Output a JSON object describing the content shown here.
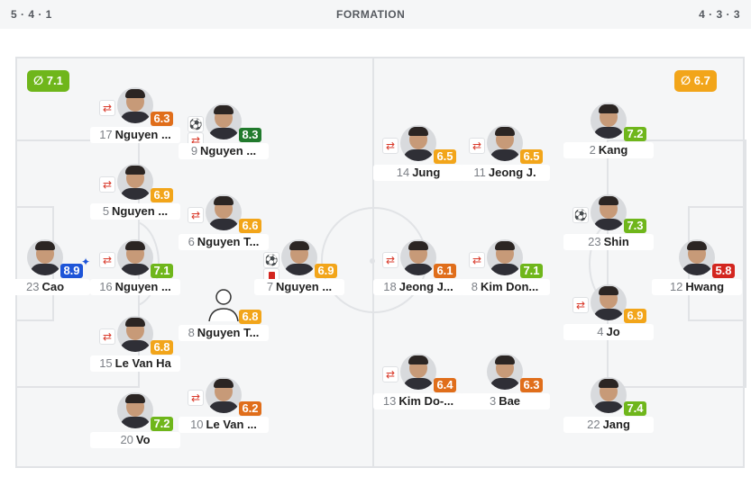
{
  "header": {
    "home_formation": "5 · 4 · 1",
    "title": "FORMATION",
    "away_formation": "4 · 3 · 3"
  },
  "home_avg": {
    "label": "∅ 7.1",
    "color": "#6fb61b"
  },
  "away_avg": {
    "label": "∅ 6.7",
    "color": "#f2a51a"
  },
  "players": [
    {
      "num": "17",
      "name": "Nguyen ...",
      "rating": "6.3",
      "color": "#e06e1b",
      "icons": [
        "sub"
      ]
    },
    {
      "num": "9",
      "name": "Nguyen ...",
      "rating": "8.3",
      "color": "#217a2d",
      "icons": [
        "ball",
        "sub"
      ]
    },
    {
      "num": "5",
      "name": "Nguyen ...",
      "rating": "6.9",
      "color": "#f2a51a",
      "icons": [
        "sub"
      ]
    },
    {
      "num": "6",
      "name": "Nguyen T...",
      "rating": "6.6",
      "color": "#f2a51a",
      "icons": [
        "sub"
      ]
    },
    {
      "num": "23",
      "name": "Cao",
      "rating": "8.9",
      "color": "#1e55d8",
      "icons": [],
      "star": "✦"
    },
    {
      "num": "16",
      "name": "Nguyen ...",
      "rating": "7.1",
      "color": "#6fb61b",
      "icons": [
        "sub"
      ]
    },
    {
      "num": "7",
      "name": "Nguyen ...",
      "rating": "6.9",
      "color": "#f2a51a",
      "icons": [
        "ball",
        "card"
      ]
    },
    {
      "num": "8",
      "name": "Nguyen T...",
      "rating": "6.8",
      "color": "#f2a51a",
      "icons": [],
      "generic": true
    },
    {
      "num": "15",
      "name": "Le Van Ha",
      "rating": "6.8",
      "color": "#f2a51a",
      "icons": [
        "sub"
      ]
    },
    {
      "num": "20",
      "name": "Vo",
      "rating": "7.2",
      "color": "#6fb61b",
      "icons": []
    },
    {
      "num": "10",
      "name": "Le Van ...",
      "rating": "6.2",
      "color": "#e06e1b",
      "icons": [
        "sub"
      ]
    },
    {
      "num": "14",
      "name": "Jung",
      "rating": "6.5",
      "color": "#f2a51a",
      "icons": [
        "sub"
      ]
    },
    {
      "num": "11",
      "name": "Jeong J.",
      "rating": "6.5",
      "color": "#f2a51a",
      "icons": [
        "sub"
      ]
    },
    {
      "num": "2",
      "name": "Kang",
      "rating": "7.2",
      "color": "#6fb61b",
      "icons": []
    },
    {
      "num": "23",
      "name": "Shin",
      "rating": "7.3",
      "color": "#6fb61b",
      "icons": [
        "ball"
      ]
    },
    {
      "num": "18",
      "name": "Jeong J...",
      "rating": "6.1",
      "color": "#e06e1b",
      "icons": [
        "sub"
      ]
    },
    {
      "num": "8",
      "name": "Kim Don...",
      "rating": "7.1",
      "color": "#6fb61b",
      "icons": [
        "sub"
      ]
    },
    {
      "num": "12",
      "name": "Hwang",
      "rating": "5.8",
      "color": "#d3261f",
      "icons": []
    },
    {
      "num": "4",
      "name": "Jo",
      "rating": "6.9",
      "color": "#f2a51a",
      "icons": [
        "sub"
      ]
    },
    {
      "num": "13",
      "name": "Kim Do-...",
      "rating": "6.4",
      "color": "#e06e1b",
      "icons": [
        "sub"
      ]
    },
    {
      "num": "3",
      "name": "Bae",
      "rating": "6.3",
      "color": "#e06e1b",
      "icons": []
    },
    {
      "num": "22",
      "name": "Jang",
      "rating": "7.4",
      "color": "#6fb61b",
      "icons": []
    }
  ]
}
